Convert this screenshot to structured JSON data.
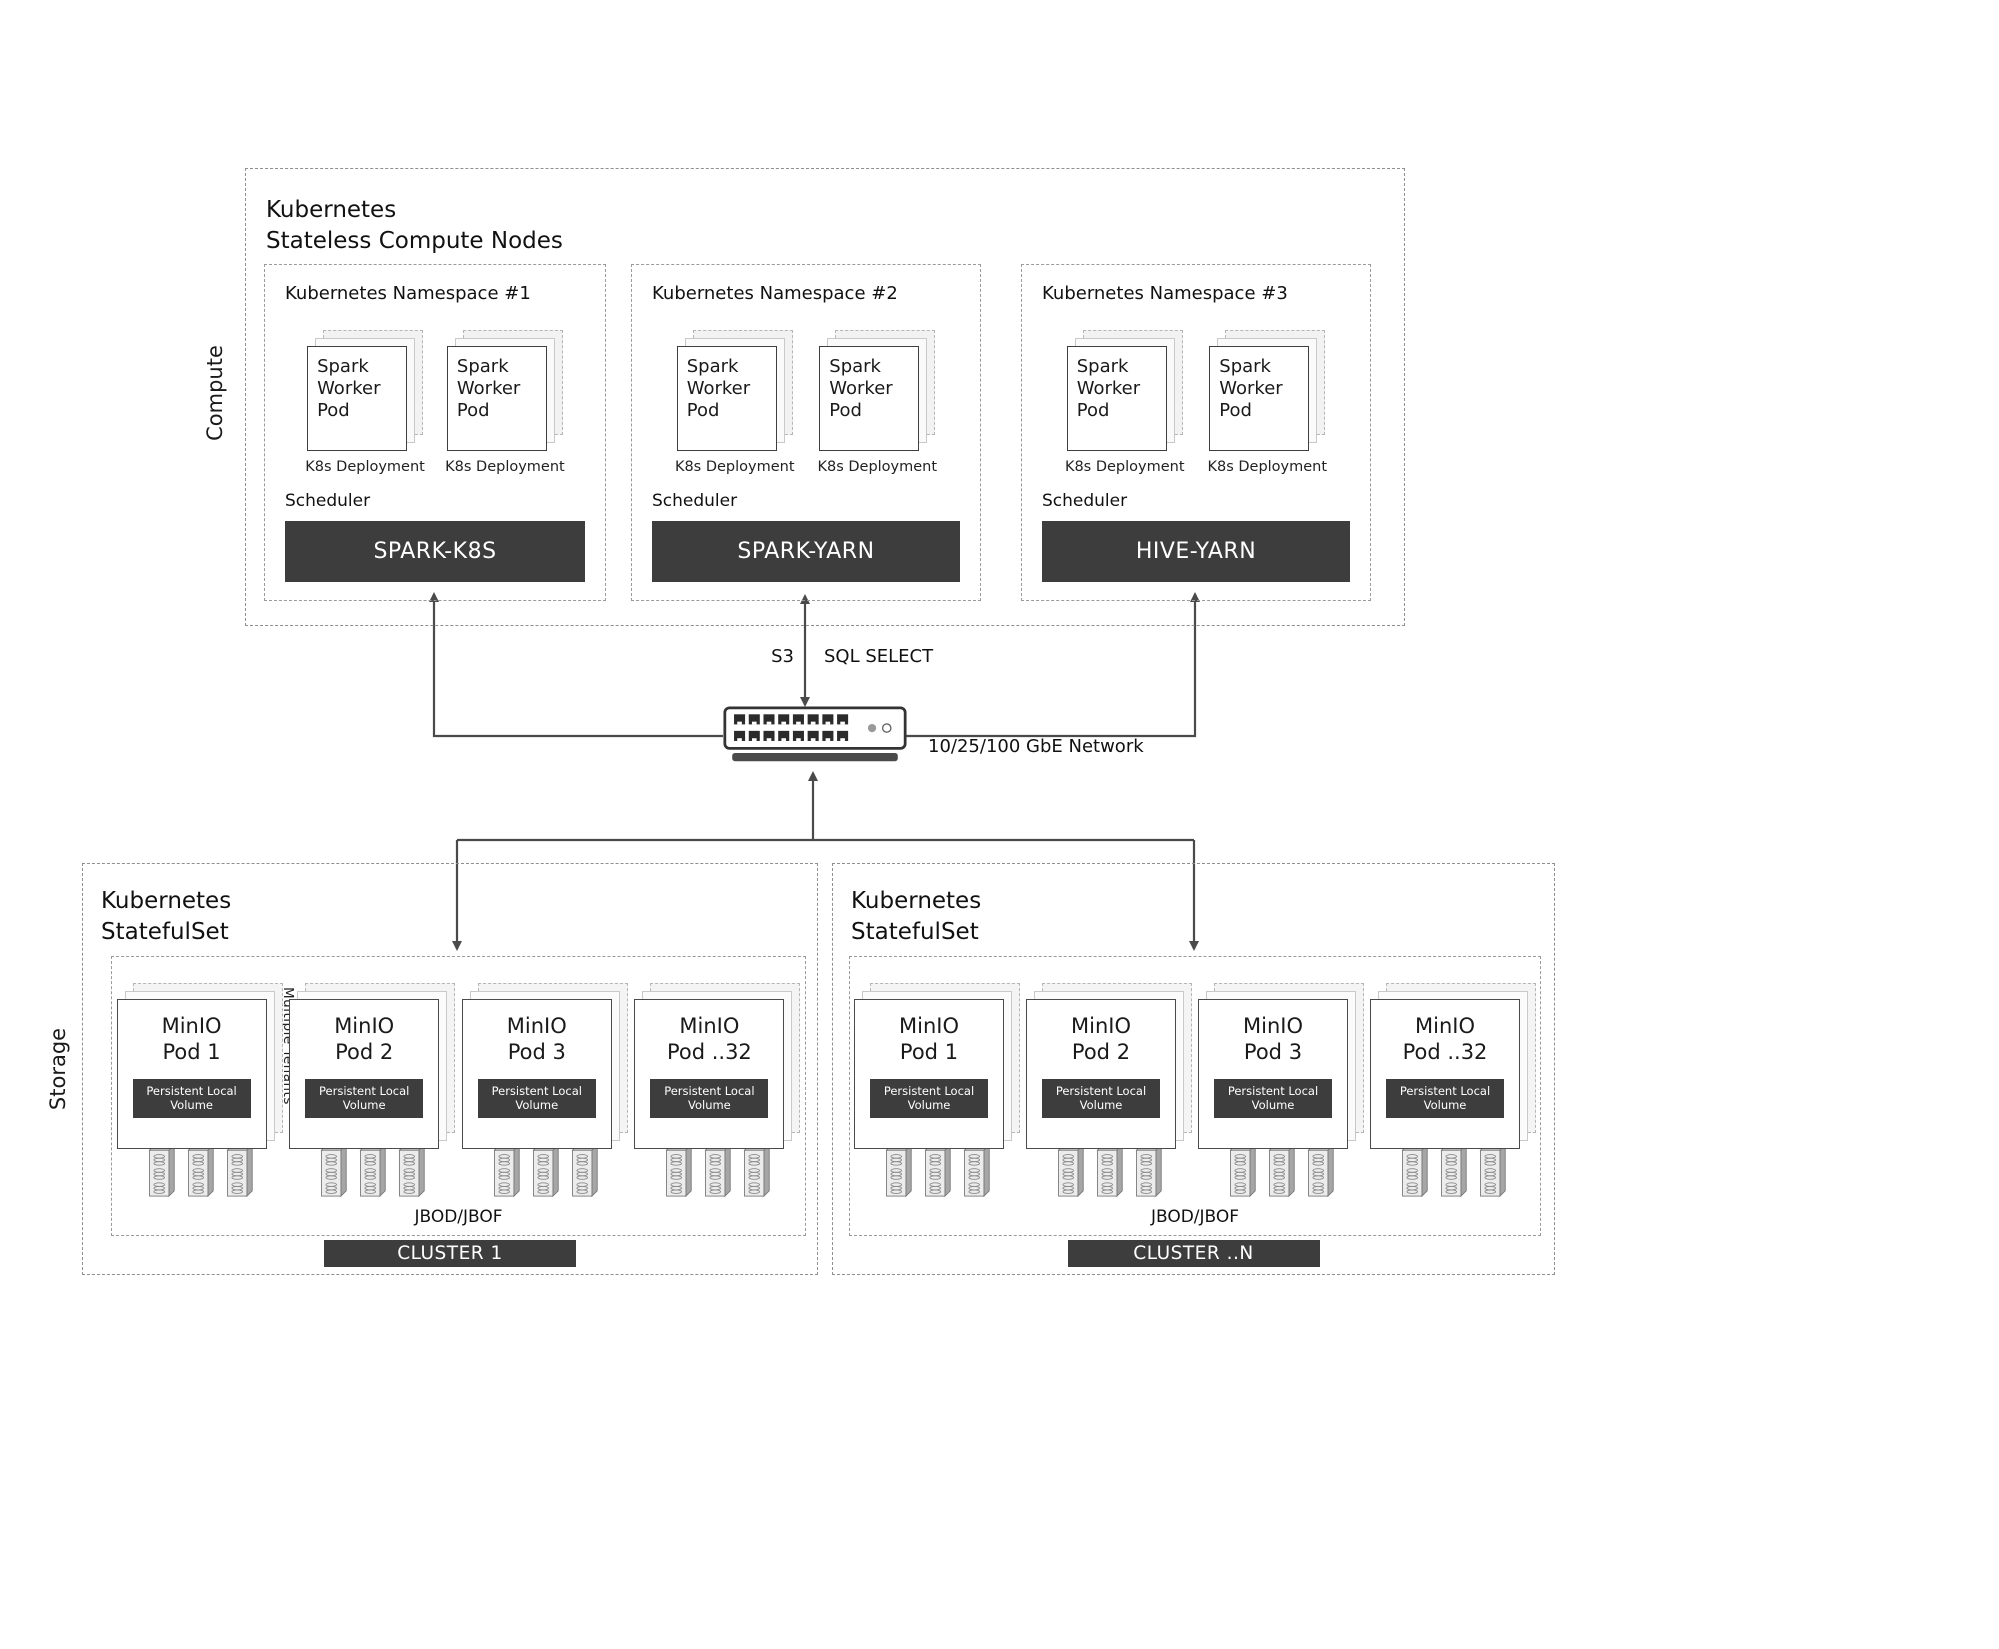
{
  "compute": {
    "section_label": "Compute",
    "title": "Kubernetes\nStateless Compute Nodes",
    "namespaces": [
      {
        "title": "Kubernetes Namespace #1",
        "scheduler_label": "Scheduler",
        "scheduler_name": "SPARK-K8S",
        "pods": [
          {
            "name": "Spark\nWorker\nPod",
            "deployment": "K8s Deployment"
          },
          {
            "name": "Spark\nWorker\nPod",
            "deployment": "K8s Deployment"
          }
        ]
      },
      {
        "title": "Kubernetes Namespace #2",
        "scheduler_label": "Scheduler",
        "scheduler_name": "SPARK-YARN",
        "pods": [
          {
            "name": "Spark\nWorker\nPod",
            "deployment": "K8s Deployment"
          },
          {
            "name": "Spark\nWorker\nPod",
            "deployment": "K8s Deployment"
          }
        ]
      },
      {
        "title": "Kubernetes Namespace #3",
        "scheduler_label": "Scheduler",
        "scheduler_name": "HIVE-YARN",
        "pods": [
          {
            "name": "Spark\nWorker\nPod",
            "deployment": "K8s Deployment"
          },
          {
            "name": "Spark\nWorker\nPod",
            "deployment": "K8s Deployment"
          }
        ]
      }
    ]
  },
  "network": {
    "s3_label": "S3",
    "sql_label": "SQL SELECT",
    "label": "10/25/100 GbE Network"
  },
  "storage": {
    "section_label": "Storage",
    "clusters": [
      {
        "title": "Kubernetes\nStatefulSet",
        "multiple_tenants": "Multiple Tenants",
        "jbod_label": "JBOD/JBOF",
        "cluster_label": "CLUSTER 1",
        "pods": [
          {
            "name": "MinIO\nPod 1",
            "volume": "Persistent Local\nVolume"
          },
          {
            "name": "MinIO\nPod 2",
            "volume": "Persistent Local\nVolume"
          },
          {
            "name": "MinIO\nPod 3",
            "volume": "Persistent Local\nVolume"
          },
          {
            "name": "MinIO\nPod ..32",
            "volume": "Persistent Local\nVolume"
          }
        ]
      },
      {
        "title": "Kubernetes\nStatefulSet",
        "jbod_label": "JBOD/JBOF",
        "cluster_label": "CLUSTER ..N",
        "pods": [
          {
            "name": "MinIO\nPod 1",
            "volume": "Persistent Local\nVolume"
          },
          {
            "name": "MinIO\nPod 2",
            "volume": "Persistent Local\nVolume"
          },
          {
            "name": "MinIO\nPod 3",
            "volume": "Persistent Local\nVolume"
          },
          {
            "name": "MinIO\nPod ..32",
            "volume": "Persistent Local\nVolume"
          }
        ]
      }
    ]
  },
  "colors": {
    "bar_bg": "#3d3d3d",
    "bar_text": "#ffffff",
    "line": "#4a4a4a"
  }
}
